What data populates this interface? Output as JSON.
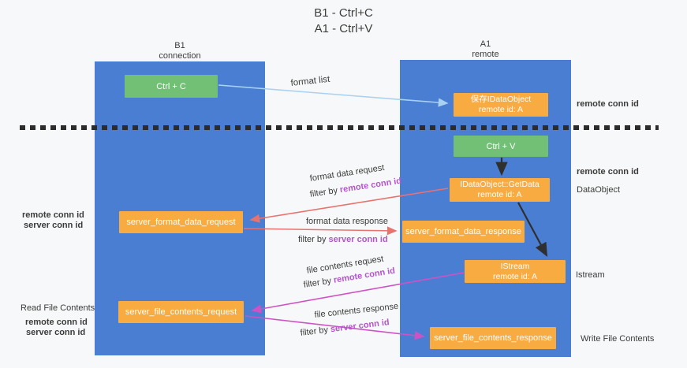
{
  "title": {
    "line1": "B1 - Ctrl+C",
    "line2": "A1 - Ctrl+V"
  },
  "columns": {
    "left": {
      "header_line1": "B1",
      "header_line2": "connection"
    },
    "right": {
      "header_line1": "A1",
      "header_line2": "remote"
    }
  },
  "boxes": {
    "ctrl_c": "Ctrl + C",
    "ctrl_v": "Ctrl + V",
    "save_idataobject": {
      "line1": "保存IDataObject",
      "line2": "remote id: A"
    },
    "getdata": {
      "line1": "IDataObject::GetData",
      "line2": "remote id: A"
    },
    "istream": {
      "line1": "IStream",
      "line2": "remote id: A"
    },
    "server_format_data_request": "server_format_data_request",
    "server_format_data_response": "server_format_data_response",
    "server_file_contents_request": "server_file_contents_request",
    "server_file_contents_response": "server_file_contents_response"
  },
  "arrow_labels": {
    "format_list": "format list",
    "format_data_request": "format data request",
    "format_data_response": "format data response",
    "file_contents_request": "file contents request",
    "file_contents_response": "file contents response",
    "filter_by": "filter by ",
    "remote_conn_id": "remote conn id",
    "server_conn_id": "server conn id"
  },
  "side_labels": {
    "left": {
      "remote_conn_id": "remote conn id",
      "server_conn_id": "server conn id",
      "read_file_contents": "Read File Contents",
      "remote_conn_id2": "remote conn id",
      "server_conn_id2": "server conn id"
    },
    "right": {
      "remote_conn_id_top": "remote conn id",
      "remote_conn_id_mid": "remote conn id",
      "dataobject": "DataObject",
      "istream": "Istream",
      "write_file_contents": "Write File Contents"
    }
  },
  "colors": {
    "lifeline_blue": "#4a7ed2",
    "box_orange": "#f8ab40",
    "box_green": "#71c076",
    "arrow_skyblue": "#a9d2f2",
    "arrow_black": "#2f2f2f",
    "arrow_red": "#e8726f",
    "arrow_magenta": "#cf52c5",
    "label_purple": "#b357cb",
    "label_green": "#5cbf67",
    "text_dark": "#3b3b3b",
    "background": "#f7f8f9"
  }
}
